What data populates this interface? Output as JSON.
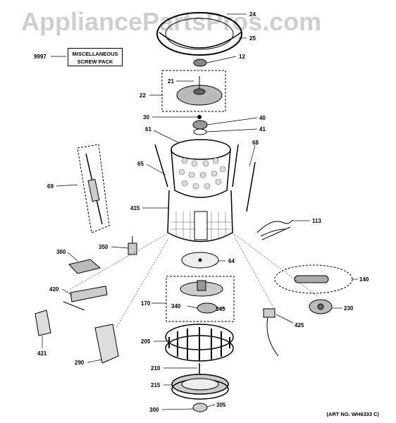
{
  "watermark": "AppliancePartsPros.com",
  "misc_box": {
    "line1": "MISCELLANEOUS",
    "line2": "SCREW PACK"
  },
  "art_no": "(ART NO. WH6333 C)",
  "callouts": {
    "p24": "24",
    "p25": "25",
    "p9997": "9997",
    "p12": "12",
    "p21": "21",
    "p22": "22",
    "p30": "30",
    "p40": "40",
    "p41": "41",
    "p61": "61",
    "p68": "68",
    "p65": "65",
    "p69": "69",
    "p415": "415",
    "p113": "113",
    "p350": "350",
    "p360": "360",
    "p64": "64",
    "p140": "140",
    "p420": "420",
    "p170": "170",
    "p340": "340",
    "p345": "345",
    "p230": "230",
    "p425": "425",
    "p421": "421",
    "p205": "205",
    "p290": "290",
    "p210": "210",
    "p215": "215",
    "p300": "300",
    "p305": "305"
  }
}
